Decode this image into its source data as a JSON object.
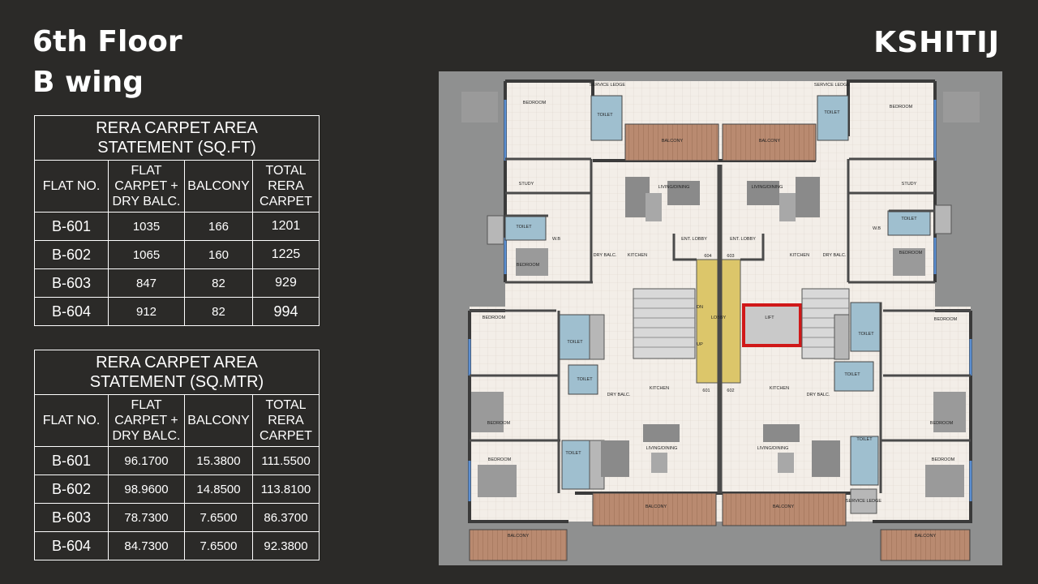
{
  "header": {
    "floor": "6th Floor",
    "wing": "B wing",
    "brand": "KSHITIJ"
  },
  "sqft_table": {
    "caption_line1": "RERA CARPET AREA",
    "caption_line2": "STATEMENT (SQ.FT)",
    "col_flat": "FLAT NO.",
    "col_carpet_l1": "FLAT",
    "col_carpet_l2": "CARPET +",
    "col_carpet_l3": "DRY BALC.",
    "col_balcony": "BALCONY",
    "col_total_l1": "TOTAL",
    "col_total_l2": "RERA",
    "col_total_l3": "CARPET",
    "rows": [
      {
        "flat": "B-601",
        "carpet": "1035",
        "balcony": "166",
        "total": "1201"
      },
      {
        "flat": "B-602",
        "carpet": "1065",
        "balcony": "160",
        "total": "1225"
      },
      {
        "flat": "B-603",
        "carpet": "847",
        "balcony": "82",
        "total": "929"
      },
      {
        "flat": "B-604",
        "carpet": "912",
        "balcony": "82",
        "total": "994"
      }
    ]
  },
  "sqm_table": {
    "caption_line1": "RERA CARPET AREA",
    "caption_line2": "STATEMENT (SQ.MTR)",
    "col_flat": "FLAT NO.",
    "col_carpet_l1": "FLAT",
    "col_carpet_l2": "CARPET +",
    "col_carpet_l3": "DRY BALC.",
    "col_balcony": "BALCONY",
    "col_total_l1": "TOTAL",
    "col_total_l2": "RERA",
    "col_total_l3": "CARPET",
    "rows": [
      {
        "flat": "B-601",
        "carpet": "96.1700",
        "balcony": "15.3800",
        "total": "111.5500"
      },
      {
        "flat": "B-602",
        "carpet": "98.9600",
        "balcony": "14.8500",
        "total": "113.8100"
      },
      {
        "flat": "B-603",
        "carpet": "78.7300",
        "balcony": "7.6500",
        "total": "86.3700"
      },
      {
        "flat": "B-604",
        "carpet": "84.7300",
        "balcony": "7.6500",
        "total": "92.3800"
      }
    ]
  },
  "plan": {
    "service_ledge": "SERVICE LEDGE",
    "bedroom": "BEDROOM",
    "toilet": "TOILET",
    "balcony": "BALCONY",
    "study": "STUDY",
    "living_dining": "LIVING/DINING",
    "kitchen": "KITCHEN",
    "dry_balc": "DRY BALC.",
    "ent_lobby": "ENT. LOBBY",
    "lobby": "LOBBY",
    "lift": "LIFT",
    "wb": "W.B",
    "dn": "DN",
    "up": "UP",
    "flat_604": "604",
    "flat_603": "603",
    "flat_601": "601",
    "flat_602": "602"
  }
}
